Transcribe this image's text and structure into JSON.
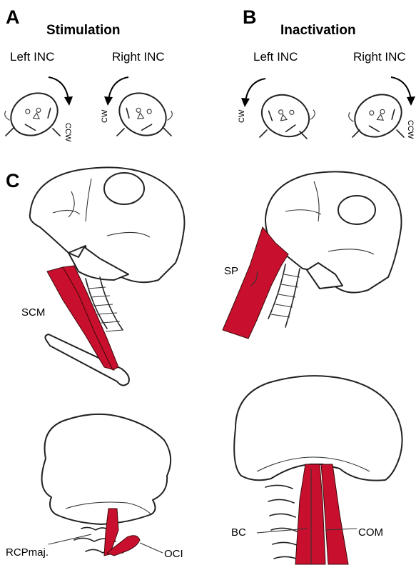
{
  "panels": {
    "a": {
      "letter": "A",
      "title": "Stimulation",
      "left": "Left INC",
      "right": "Right INC",
      "left_rot": "CCW",
      "right_rot": "CW"
    },
    "b": {
      "letter": "B",
      "title": "Inactivation",
      "left": "Left INC",
      "right": "Right INC",
      "left_rot": "CW",
      "right_rot": "CCW"
    },
    "c": {
      "letter": "C"
    }
  },
  "muscles": {
    "scm": "SCM",
    "sp": "SP",
    "rcp": "RCPmaj.",
    "oci": "OCI",
    "bc": "BC",
    "com": "COM"
  },
  "colors": {
    "muscle": "#c8102e",
    "outline": "#222222"
  }
}
